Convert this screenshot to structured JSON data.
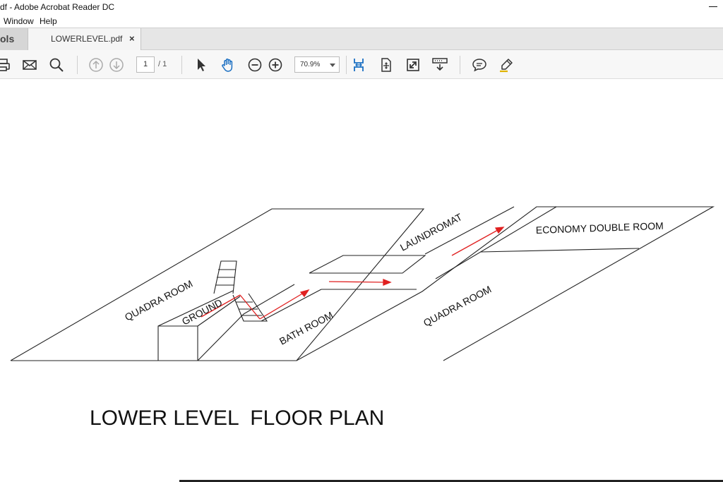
{
  "window": {
    "title": "df - Adobe Acrobat Reader DC"
  },
  "menu": {
    "items": [
      "Window",
      "Help"
    ]
  },
  "tabs": {
    "tools_label": "ols",
    "document_label": "LOWERLEVEL.pdf",
    "close_label": "×"
  },
  "toolbar": {
    "page_current": "1",
    "page_total": "/ 1",
    "zoom": "70.9%",
    "accent_color": "#1a6fc2"
  },
  "floor_plan": {
    "title": "LOWER LEVEL  FLOOR PLAN",
    "labels": {
      "quadra_room_left": "QUADRA ROOM",
      "ground": "GROUND",
      "bath_room": "BATH ROOM",
      "laundromat": "LAUNDROMAT",
      "quadra_room_right": "QUADRA ROOM",
      "economy_double_room": "ECONOMY DOUBLE ROOM"
    },
    "arrow_color": "#e02020"
  }
}
